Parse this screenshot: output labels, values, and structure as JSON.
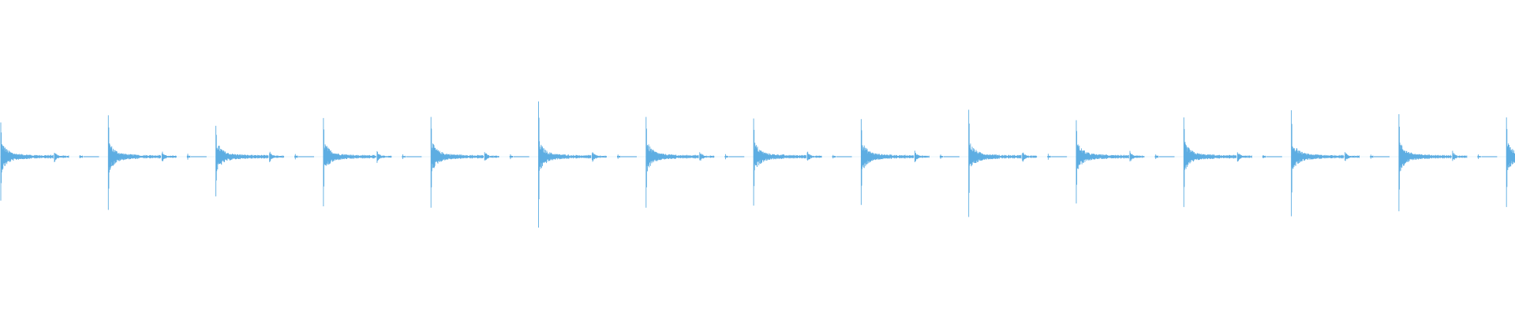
{
  "waveform": {
    "color": "#5dade2",
    "background": "#ffffff",
    "beat_count": 15,
    "beats": [
      {
        "peak": 0.62,
        "decay": 1.0
      },
      {
        "peak": 0.75,
        "decay": 1.0
      },
      {
        "peak": 0.56,
        "decay": 1.0
      },
      {
        "peak": 0.7,
        "decay": 1.0
      },
      {
        "peak": 0.72,
        "decay": 1.0
      },
      {
        "peak": 1.0,
        "decay": 1.0
      },
      {
        "peak": 0.72,
        "decay": 1.0
      },
      {
        "peak": 0.69,
        "decay": 1.0
      },
      {
        "peak": 0.68,
        "decay": 1.0
      },
      {
        "peak": 0.85,
        "decay": 1.0
      },
      {
        "peak": 0.66,
        "decay": 1.0
      },
      {
        "peak": 0.71,
        "decay": 1.0
      },
      {
        "peak": 0.84,
        "decay": 1.0
      },
      {
        "peak": 0.77,
        "decay": 1.0
      },
      {
        "peak": 0.71,
        "decay": 1.0
      }
    ]
  }
}
